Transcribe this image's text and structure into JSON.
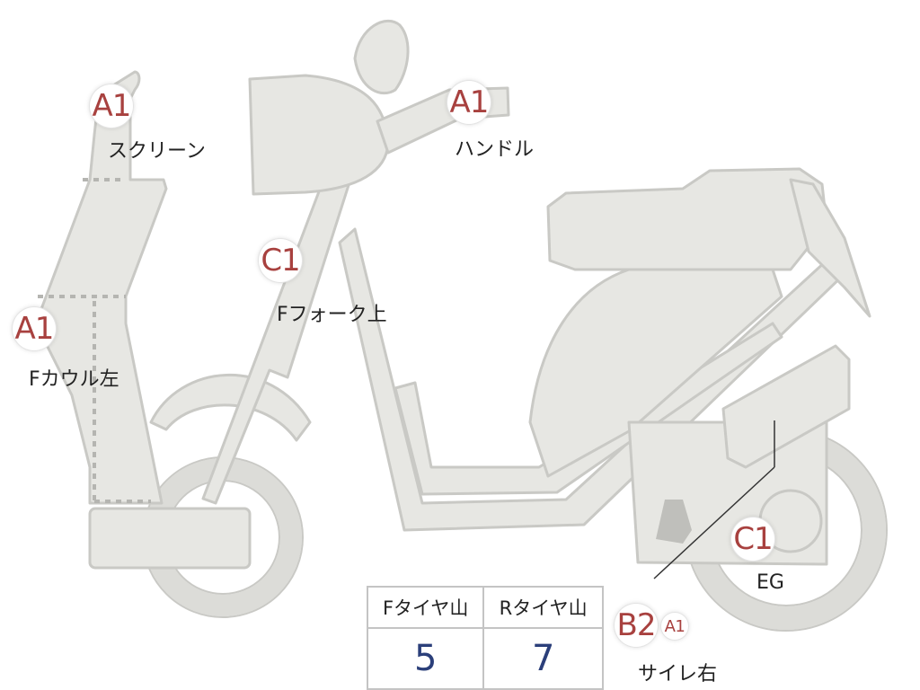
{
  "labels": [
    {
      "code": "A1",
      "name": "スクリーン"
    },
    {
      "code": "A1",
      "name": "ハンドル"
    },
    {
      "code": "C1",
      "name": "Fフォーク上"
    },
    {
      "code": "A1",
      "name": "Fカウル左"
    },
    {
      "code": "C1",
      "name": "EG"
    },
    {
      "code": "B2",
      "code2": "A1",
      "name": "サイレ右"
    }
  ],
  "tire_table": {
    "headers": [
      "Fタイヤ山",
      "Rタイヤ山"
    ],
    "values": [
      "5",
      "7"
    ]
  },
  "colors": {
    "body_fill": "#e7e7e3",
    "outline": "#c8c8c4",
    "code_text": "#a8413f",
    "value_text": "#2b3f7a"
  }
}
